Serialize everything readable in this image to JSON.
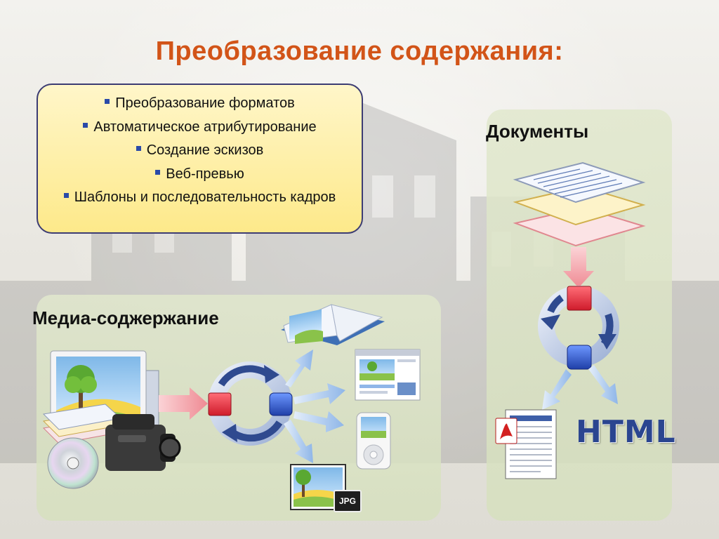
{
  "title": "Преобразование содержания:",
  "features": [
    "Преобразование форматов",
    "Автоматическое атрибутирование",
    "Создание эскизов",
    "Веб-превью",
    "Шаблоны и последовательность кадров"
  ],
  "media_panel": {
    "label": "Медиа-соджержание"
  },
  "docs_panel": {
    "label": "Документы"
  },
  "outputs": {
    "html_label": "HTML",
    "jpg_label": "JPG"
  },
  "colors": {
    "title": "#d25418",
    "box_fill": "#fde98a",
    "box_border": "#3c3c73",
    "cycle_arrow": "#2f4a8f",
    "red_node": "#e02a3a",
    "blue_node": "#2d56c8",
    "pink_arrow": "#f29aa2",
    "blue_arrow": "#8fb6e8"
  },
  "icons": [
    "photo-stack-icon",
    "cd-disc-icon",
    "video-camera-icon",
    "open-book-icon",
    "web-page-icon",
    "ipod-icon",
    "jpg-image-icon",
    "document-stack-icon",
    "pdf-document-icon",
    "cycle-arrows-icon"
  ]
}
